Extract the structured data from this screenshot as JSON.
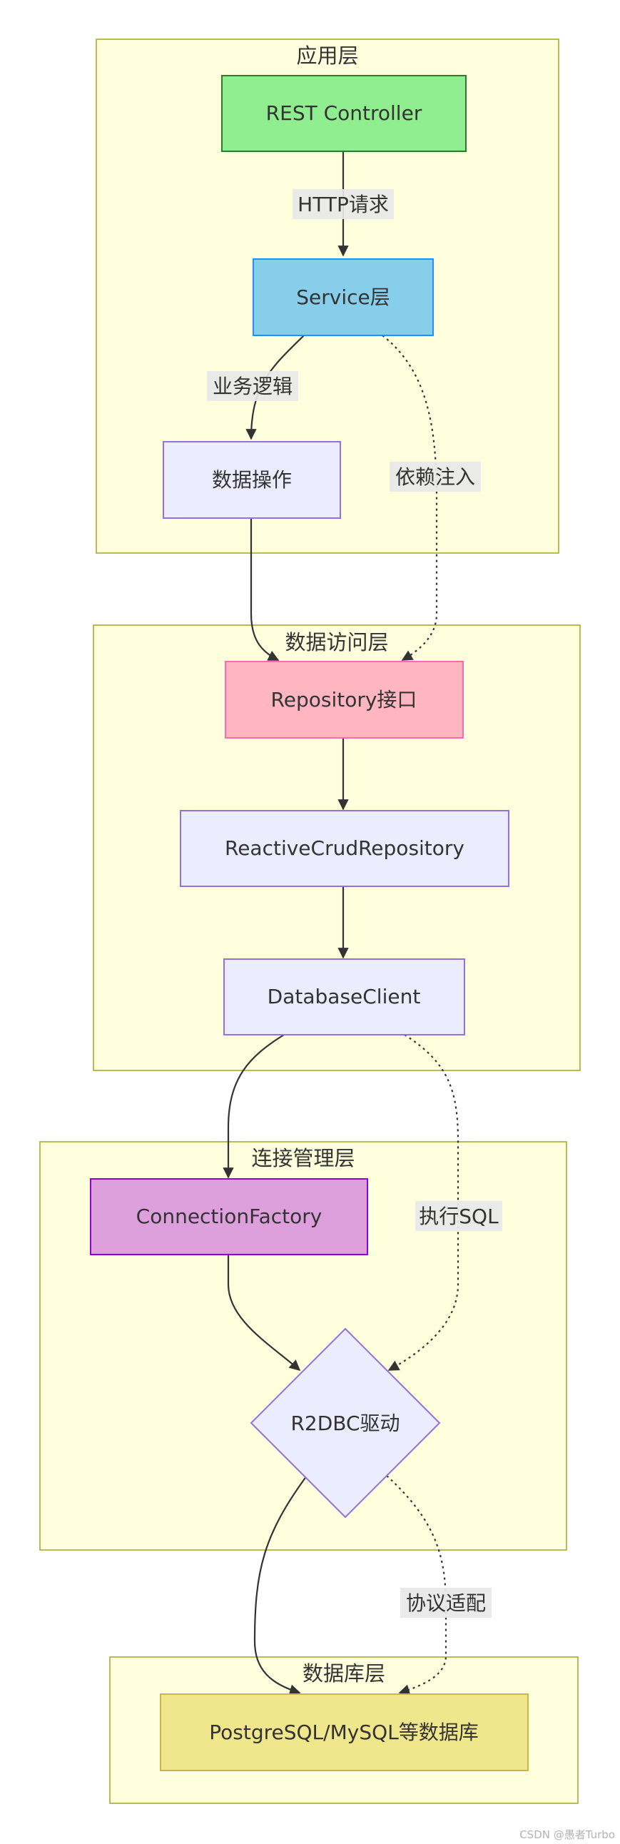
{
  "subgraphs": {
    "app": {
      "title": "应用层"
    },
    "dal": {
      "title": "数据访问层"
    },
    "conn": {
      "title": "连接管理层"
    },
    "db": {
      "title": "数据库层"
    }
  },
  "nodes": {
    "rest": {
      "label": "REST Controller",
      "fill": "#90ee90",
      "stroke": "#2a7a2a"
    },
    "service": {
      "label": "Service层",
      "fill": "#87ceeb",
      "stroke": "#1e90ff"
    },
    "dataop": {
      "label": "数据操作",
      "fill": "#ececff",
      "stroke": "#9370db"
    },
    "repo": {
      "label": "Repository接口",
      "fill": "#ffb6c1",
      "stroke": "#ff69b4"
    },
    "reactive": {
      "label": "ReactiveCrudRepository",
      "fill": "#ececff",
      "stroke": "#9370db"
    },
    "dbclient": {
      "label": "DatabaseClient",
      "fill": "#ececff",
      "stroke": "#9370db"
    },
    "connfactory": {
      "label": "ConnectionFactory",
      "fill": "#dda0dd",
      "stroke": "#9400d3"
    },
    "r2dbc": {
      "label": "R2DBC驱动",
      "fill": "#ececff",
      "stroke": "#9370db"
    },
    "database": {
      "label": "PostgreSQL/MySQL等数据库",
      "fill": "#f0e68c",
      "stroke": "#c9b64a"
    }
  },
  "edges": {
    "http": {
      "label": "HTTP请求"
    },
    "logic": {
      "label": "业务逻辑"
    },
    "di": {
      "label": "依赖注入"
    },
    "sql": {
      "label": "执行SQL"
    },
    "protocol": {
      "label": "协议适配"
    }
  },
  "watermark": "CSDN @愚者Turbo"
}
